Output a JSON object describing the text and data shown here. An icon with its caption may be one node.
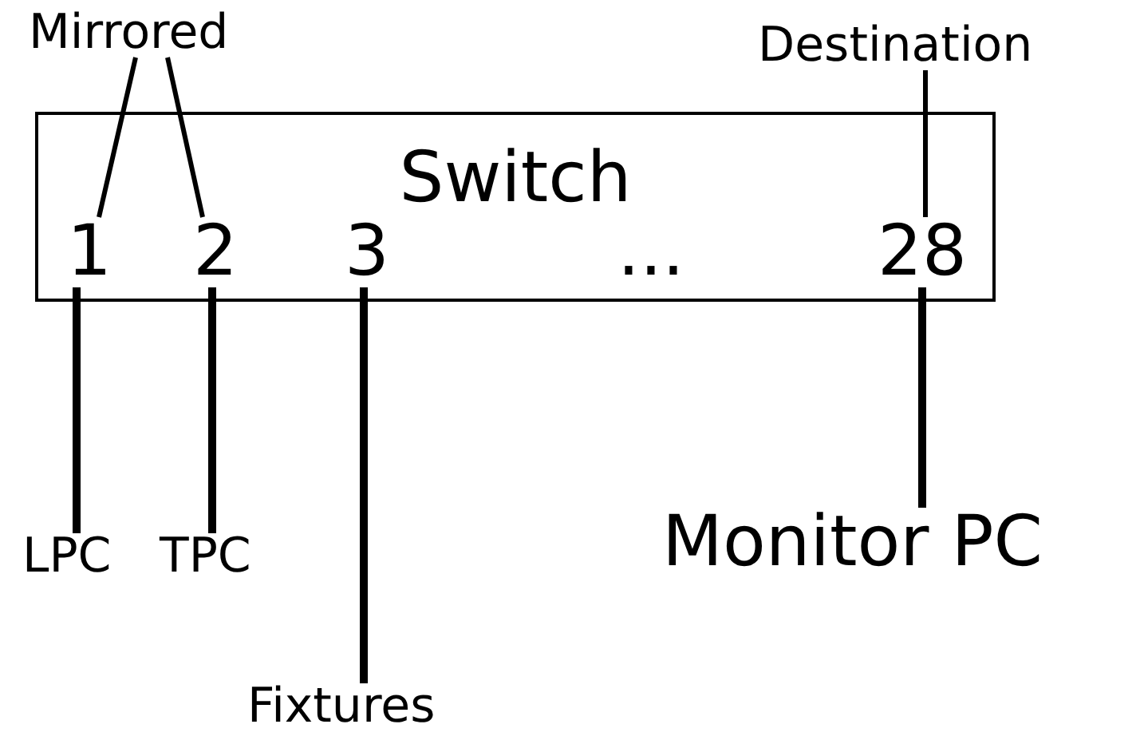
{
  "diagram": {
    "nodes": [
      {
        "text": [
          "Mirrored"
        ]
      },
      {
        "text": [
          "Destination"
        ]
      },
      {
        "text": [
          "Switch"
        ]
      },
      {
        "text": [
          "1"
        ],
        "in": 2
      },
      {
        "text": [
          "2"
        ],
        "in": 2
      },
      {
        "text": [
          "3"
        ],
        "in": 2
      },
      {
        "text": [
          "28"
        ],
        "in": 2
      },
      {
        "text": [
          "LPC"
        ]
      },
      {
        "text": [
          "TPC"
        ]
      },
      {
        "text": [
          "Fixtures"
        ]
      },
      {
        "text": [
          "Monitor PC"
        ]
      }
    ],
    "edges": [
      {
        "from": 0,
        "to": 3,
        "arrow": "none"
      },
      {
        "from": 0,
        "to": 4,
        "arrow": "none"
      },
      {
        "from": 1,
        "to": 6,
        "arrow": "none"
      },
      {
        "from": 3,
        "to": 7,
        "arrow": "none"
      },
      {
        "from": 4,
        "to": 8,
        "arrow": "none"
      },
      {
        "from": 5,
        "to": 9,
        "arrow": "none"
      },
      {
        "from": 6,
        "to": 10,
        "arrow": "none"
      }
    ],
    "labels": [
      "..."
    ]
  }
}
